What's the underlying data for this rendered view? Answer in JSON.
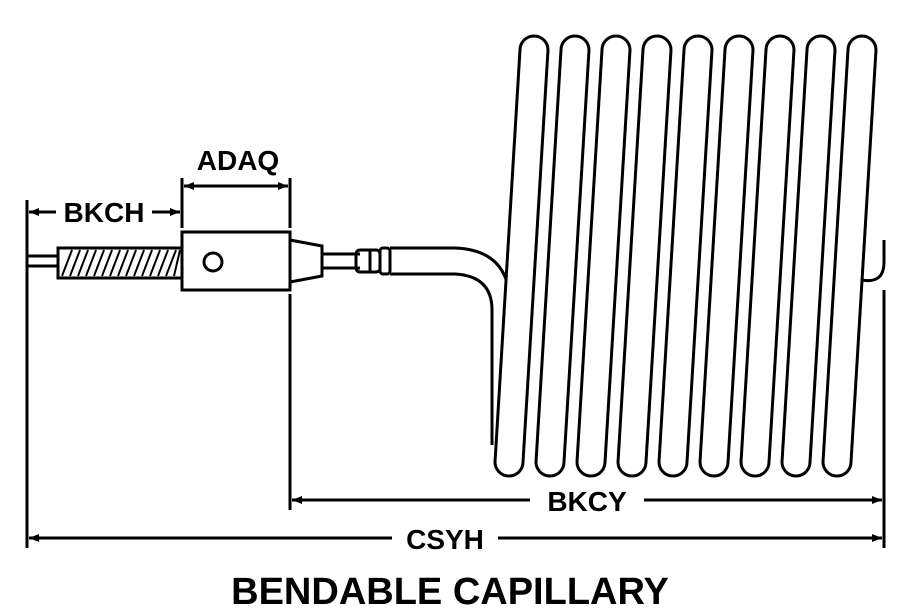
{
  "title": "BENDABLE CAPILLARY",
  "dimensions": {
    "bkch": "BKCH",
    "adaq": "ADAQ",
    "bkcy": "BKCY",
    "csyh": "CSYH"
  },
  "colors": {
    "line": "#000000",
    "background": "#ffffff"
  }
}
